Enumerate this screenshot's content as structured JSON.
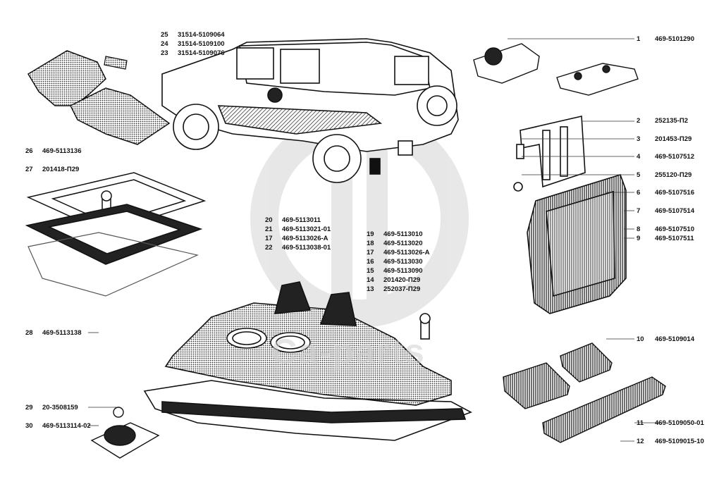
{
  "watermark": {
    "text": "Ca-parts",
    "color": "#d6d6d6"
  },
  "callouts": {
    "p1": {
      "num": "1",
      "code": "469-5101290"
    },
    "p2": {
      "num": "2",
      "code": "252135-П2"
    },
    "p3": {
      "num": "3",
      "code": "201453-П29"
    },
    "p4": {
      "num": "4",
      "code": "469-5107512"
    },
    "p5": {
      "num": "5",
      "code": "255120-П29"
    },
    "p6": {
      "num": "6",
      "code": "469-5107516"
    },
    "p7": {
      "num": "7",
      "code": "469-5107514"
    },
    "p8": {
      "num": "8",
      "code": "469-5107510"
    },
    "p9": {
      "num": "9",
      "code": "469-5107511"
    },
    "p10": {
      "num": "10",
      "code": "469-5109014"
    },
    "p11": {
      "num": "11",
      "code": "469-5109050-01"
    },
    "p12": {
      "num": "12",
      "code": "469-5109015-10"
    },
    "p13": {
      "num": "13",
      "code": "252037-П29"
    },
    "p14": {
      "num": "14",
      "code": "201420-П29"
    },
    "p15": {
      "num": "15",
      "code": "469-5113090"
    },
    "p16": {
      "num": "16",
      "code": "469-5113030"
    },
    "p17b": {
      "num": "17",
      "code": "469-5113026-А"
    },
    "p18": {
      "num": "18",
      "code": "469-5113020"
    },
    "p19": {
      "num": "19",
      "code": "469-5113010"
    },
    "p20": {
      "num": "20",
      "code": "469-5113011"
    },
    "p21": {
      "num": "21",
      "code": "469-5113021-01"
    },
    "p17a": {
      "num": "17",
      "code": "469-5113026-А"
    },
    "p22": {
      "num": "22",
      "code": "469-5113038-01"
    },
    "p23": {
      "num": "23",
      "code": "31514-5109076"
    },
    "p24": {
      "num": "24",
      "code": "31514-5109100"
    },
    "p25": {
      "num": "25",
      "code": "31514-5109064"
    },
    "p26": {
      "num": "26",
      "code": "469-5113136"
    },
    "p27": {
      "num": "27",
      "code": "201418-П29"
    },
    "p28": {
      "num": "28",
      "code": "469-5113138"
    },
    "p29": {
      "num": "29",
      "code": "20-3508159"
    },
    "p30": {
      "num": "30",
      "code": "469-5113114-02"
    }
  }
}
